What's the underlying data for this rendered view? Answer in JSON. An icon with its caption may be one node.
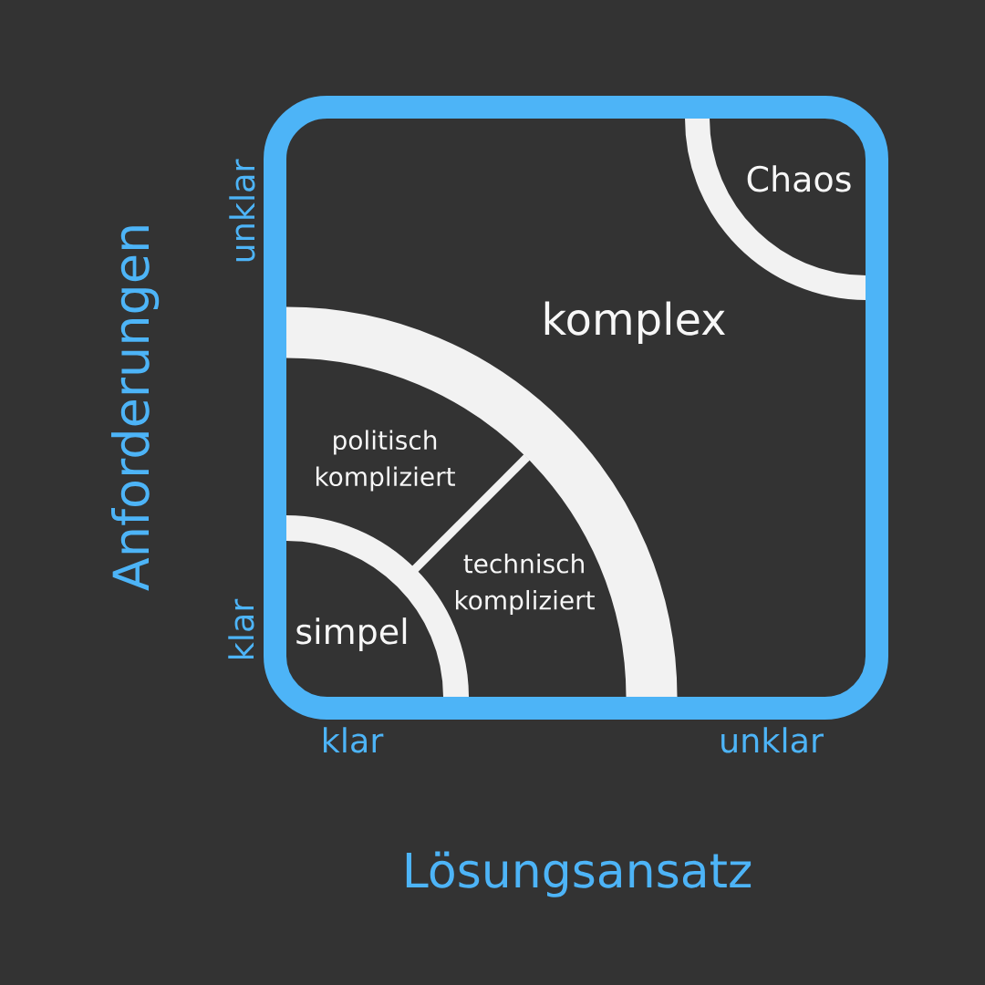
{
  "diagram": {
    "nodes": [
      {
        "text": [],
        "shape": "box"
      },
      {
        "text": [
          "Chaos"
        ],
        "in": 0
      },
      {
        "text": [
          "komplex"
        ],
        "in": 0
      },
      {
        "text": [
          "politisch kompliziert"
        ],
        "in": 0
      },
      {
        "text": [
          "technisch kompliziert"
        ],
        "in": 0
      },
      {
        "text": [
          "simpel"
        ],
        "in": 0
      }
    ],
    "labels": [
      "unklar",
      "Anforderungen",
      "klar",
      "klar",
      "unklar",
      "Lösungsansatz"
    ]
  }
}
